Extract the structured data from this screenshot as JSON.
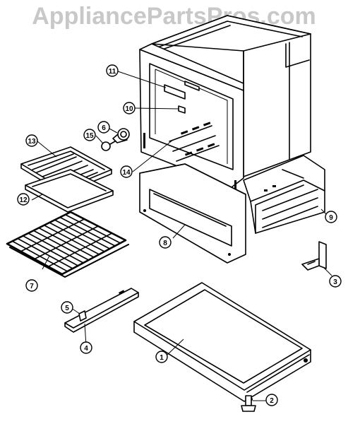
{
  "watermark": "AppliancePartsPros.com",
  "callouts": [
    {
      "num": "1"
    },
    {
      "num": "2"
    },
    {
      "num": "3"
    },
    {
      "num": "4"
    },
    {
      "num": "5"
    },
    {
      "num": "6"
    },
    {
      "num": "7"
    },
    {
      "num": "8"
    },
    {
      "num": "9"
    },
    {
      "num": "10"
    },
    {
      "num": "11"
    },
    {
      "num": "12"
    },
    {
      "num": "13"
    },
    {
      "num": "14"
    },
    {
      "num": "15"
    }
  ]
}
